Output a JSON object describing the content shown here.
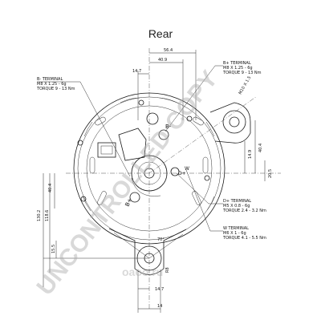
{
  "title": "Rear",
  "watermark": {
    "text": "UNCONTROLLED COPY",
    "site": "oaoo.ru"
  },
  "dimensions": {
    "d_56_4": "56.4",
    "d_40_9": "40.9",
    "d_14_7_top": "14.7",
    "d_14_7_bottom": "14.7",
    "d_14": "14",
    "d_40_4_left": "40.4",
    "d_40_4_right": "40.4",
    "d_130_2": "130.2",
    "d_118_6": "118.6",
    "d_15_5": "15.5",
    "d_14_9": "14.9",
    "d_20_5": "20.5",
    "d_m10": "M10 X 1.5",
    "d_r8": "R8",
    "d_70": "70°"
  },
  "callouts": {
    "b_minus": {
      "line1": "B- TERMINAL",
      "line2": "M8 X 1.25 - 6g",
      "line3": "TORQUE 9 - 13 Nm"
    },
    "b_plus": {
      "line1": "B+ TERMINAL",
      "line2": "M8 X 1.25 - 6g",
      "line3": "TORQUE 9 - 13 Nm"
    },
    "d_plus": {
      "line1": "D+ TERMINAL",
      "line2": "M5 X 0.8 - 6g",
      "line3": "TORQUE 2.4 - 3.2 Nm"
    },
    "w": {
      "line1": "W TERMINAL",
      "line2": "M6 X 1 - 6g",
      "line3": "TORQUE 4.1 - 5.5 Nm"
    }
  },
  "markers": {
    "b_plus": "B+",
    "b_minus": "B-",
    "d_plus": "D+",
    "w": "W"
  }
}
